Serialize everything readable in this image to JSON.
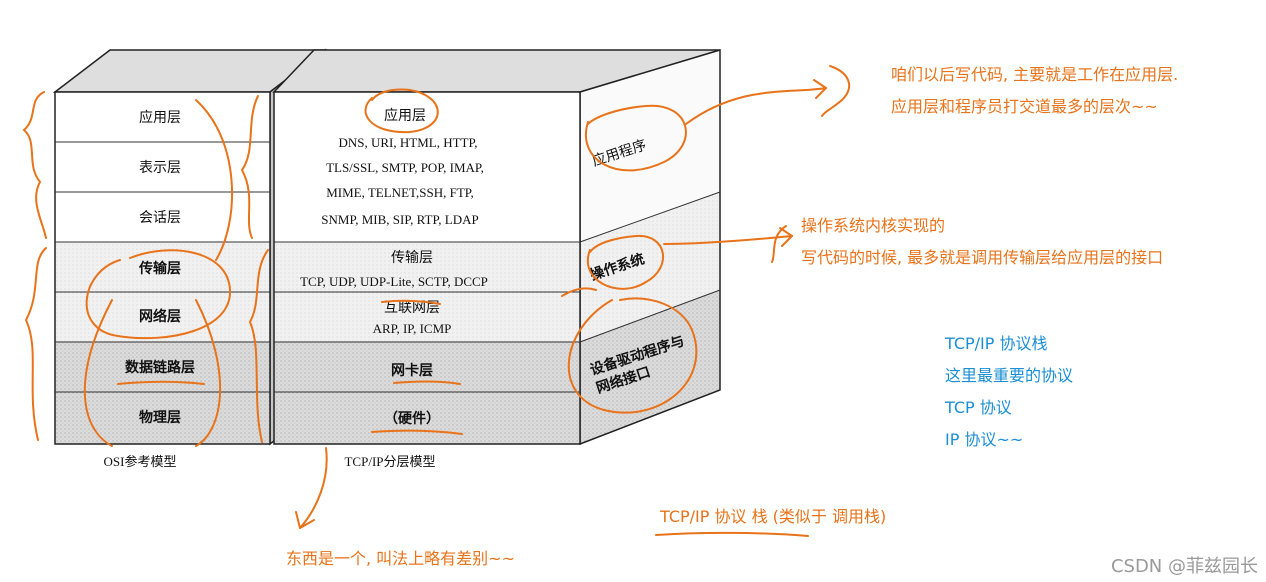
{
  "osi_model": {
    "caption": "OSI参考模型",
    "layers": [
      "应用层",
      "表示层",
      "会话层",
      "传输层",
      "网络层",
      "数据链路层",
      "物理层"
    ]
  },
  "tcpip_model": {
    "caption": "TCP/IP分层模型",
    "application": {
      "title": "应用层",
      "protocol_lines": [
        "DNS, URI, HTML, HTTP,",
        "TLS/SSL, SMTP, POP, IMAP,",
        "MIME, TELNET,SSH, FTP,",
        "SNMP, MIB, SIP, RTP, LDAP"
      ]
    },
    "transport": {
      "title": "传输层",
      "protocols": "TCP, UDP, UDP-Lite, SCTP, DCCP"
    },
    "internet": {
      "title": "互联网层",
      "protocols": "ARP, IP, ICMP"
    },
    "link": {
      "title": "网卡层"
    },
    "physical": {
      "title": "（硬件）"
    }
  },
  "side_labels": {
    "application_program": "应用程序",
    "operating_system": "操作系统",
    "driver_lines": [
      "设备驱动程序与",
      "网络接口"
    ]
  },
  "annotations": {
    "app_note": [
      "咱们以后写代码, 主要就是工作在应用层.",
      "应用层和程序员打交道最多的层次~~"
    ],
    "os_note": [
      "操作系统内核实现的",
      "写代码的时候, 最多就是调用传输层给应用层的接口"
    ],
    "blue_note": [
      "TCP/IP 协议栈",
      "这里最重要的协议",
      "TCP 协议",
      "IP 协议~~"
    ],
    "stack_note": "TCP/IP 协议 栈 (类似于 调用栈)",
    "same_note": "东西是一个, 叫法上略有差别~~"
  },
  "watermark": "CSDN @菲兹园长",
  "colors": {
    "annotation_orange": "#e8731a",
    "annotation_blue": "#1a8fd6",
    "shade_light": "#ededed",
    "shade_dark": "#d2d2d2"
  }
}
